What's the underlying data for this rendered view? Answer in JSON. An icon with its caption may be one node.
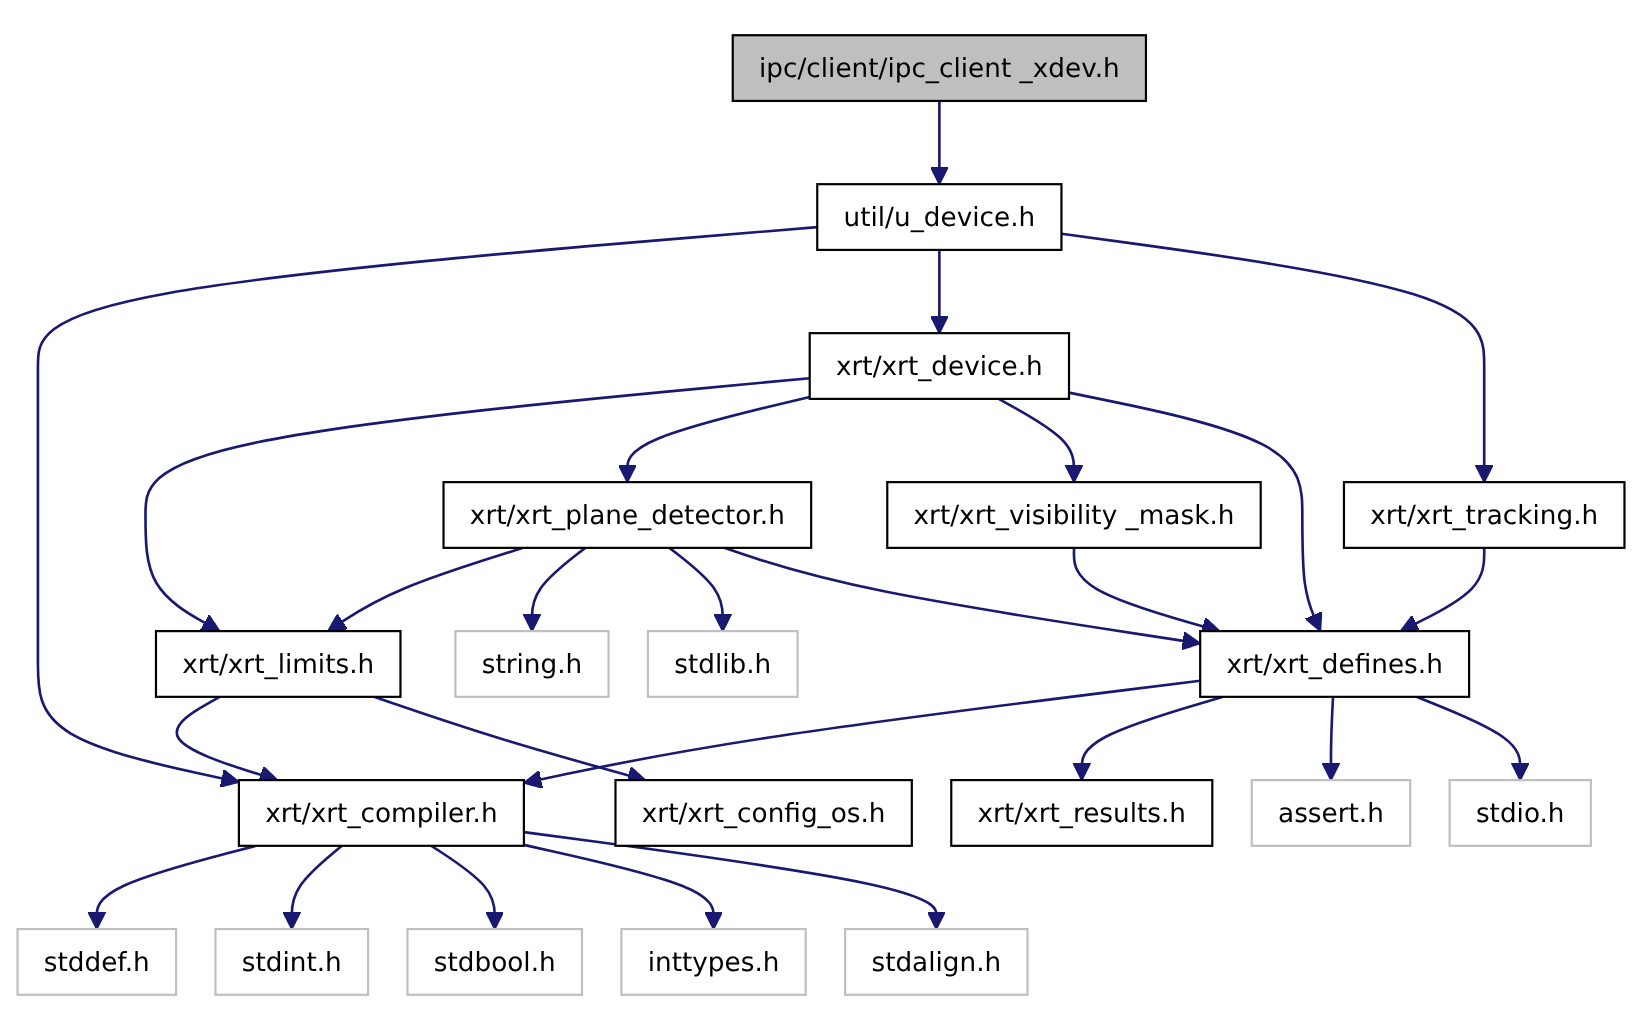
{
  "diagram": {
    "nodes": [
      {
        "text": [
          "ipc/client/ipc_client _xdev.h"
        ]
      },
      {
        "text": [
          "util/u_device.h"
        ]
      },
      {
        "text": [
          "xrt/xrt_device.h"
        ]
      },
      {
        "text": [
          "xrt/xrt_tracking.h"
        ]
      },
      {
        "text": [
          "xrt/xrt_plane_detector.h"
        ]
      },
      {
        "text": [
          "xrt/xrt_visibility _mask.h"
        ]
      },
      {
        "text": [
          "xrt/xrt_limits.h"
        ]
      },
      {
        "text": [
          "string.h"
        ]
      },
      {
        "text": [
          "stdlib.h"
        ]
      },
      {
        "text": [
          "xrt/xrt_defines.h"
        ]
      },
      {
        "text": [
          "xrt/xrt_compiler.h"
        ]
      },
      {
        "text": [
          "xrt/xrt_config_os.h"
        ]
      },
      {
        "text": [
          "xrt/xrt_results.h"
        ]
      },
      {
        "text": [
          "assert.h"
        ]
      },
      {
        "text": [
          "stdio.h"
        ]
      },
      {
        "text": [
          "stddef.h"
        ]
      },
      {
        "text": [
          "stdint.h"
        ]
      },
      {
        "text": [
          "stdbool.h"
        ]
      },
      {
        "text": [
          "inttypes.h"
        ]
      },
      {
        "text": [
          "stdalign.h"
        ]
      }
    ],
    "edges": [
      {
        "from": 0,
        "to": 1,
        "arrow": "to"
      },
      {
        "from": 1,
        "to": 10,
        "arrow": "to"
      },
      {
        "from": 1,
        "to": 2,
        "arrow": "to"
      },
      {
        "from": 1,
        "to": 3,
        "arrow": "to"
      },
      {
        "from": 2,
        "to": 6,
        "arrow": "to"
      },
      {
        "from": 2,
        "to": 4,
        "arrow": "to"
      },
      {
        "from": 2,
        "to": 5,
        "arrow": "to"
      },
      {
        "from": 2,
        "to": 9,
        "arrow": "to"
      },
      {
        "from": 3,
        "to": 9,
        "arrow": "to"
      },
      {
        "from": 4,
        "to": 6,
        "arrow": "to"
      },
      {
        "from": 4,
        "to": 7,
        "arrow": "to"
      },
      {
        "from": 4,
        "to": 8,
        "arrow": "to"
      },
      {
        "from": 4,
        "to": 9,
        "arrow": "to"
      },
      {
        "from": 5,
        "to": 9,
        "arrow": "to"
      },
      {
        "from": 6,
        "to": 10,
        "arrow": "to"
      },
      {
        "from": 6,
        "to": 11,
        "arrow": "to"
      },
      {
        "from": 9,
        "to": 10,
        "arrow": "to"
      },
      {
        "from": 9,
        "to": 12,
        "arrow": "to"
      },
      {
        "from": 9,
        "to": 13,
        "arrow": "to"
      },
      {
        "from": 9,
        "to": 14,
        "arrow": "to"
      },
      {
        "from": 10,
        "to": 15,
        "arrow": "to"
      },
      {
        "from": 10,
        "to": 16,
        "arrow": "to"
      },
      {
        "from": 10,
        "to": 17,
        "arrow": "to"
      },
      {
        "from": 10,
        "to": 18,
        "arrow": "to"
      },
      {
        "from": 10,
        "to": 19,
        "arrow": "to"
      }
    ]
  }
}
